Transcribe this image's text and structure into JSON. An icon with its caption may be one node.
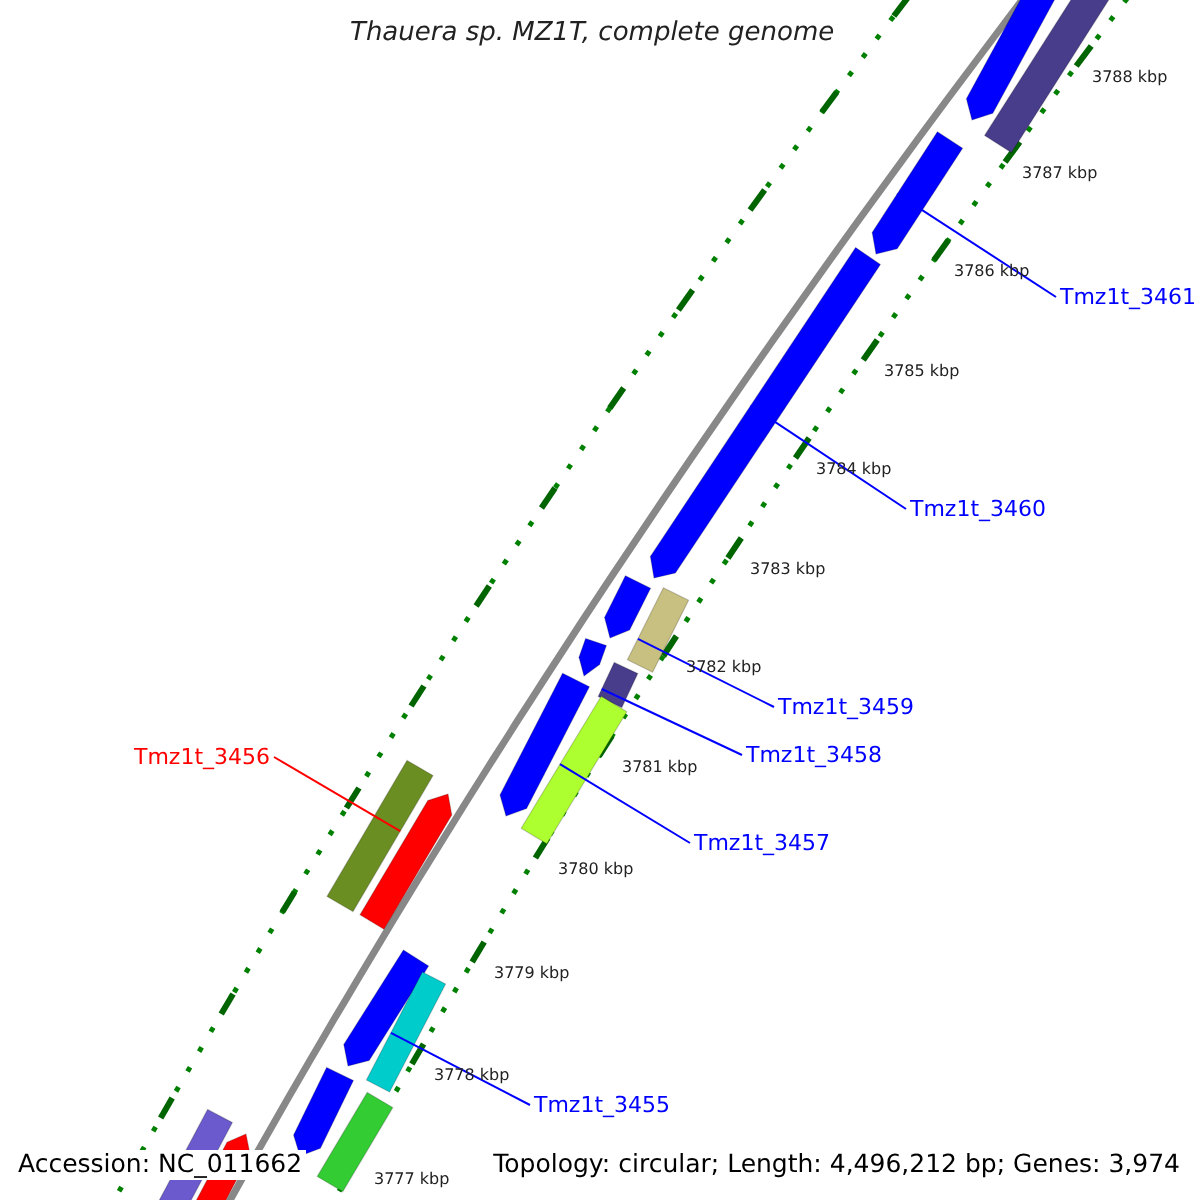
{
  "diagram": {
    "title": "Thauera sp. MZ1T, complete genome",
    "nodes": [
      {
        "text": [],
        "shape": "bar"
      },
      {
        "text": [],
        "shape": "bar"
      },
      {
        "text": [
          "Tmz1t_3461"
        ]
      },
      {
        "text": [],
        "shape": "bar"
      },
      {
        "text": [
          "Tmz1t_3460"
        ]
      },
      {
        "text": [],
        "shape": "bar"
      },
      {
        "text": [],
        "shape": "bar"
      },
      {
        "text": [
          "Tmz1t_3459"
        ]
      },
      {
        "text": [],
        "shape": "bar"
      },
      {
        "text": [],
        "shape": "bar"
      },
      {
        "text": [],
        "shape": "bar"
      },
      {
        "text": [
          "Tmz1t_3458"
        ]
      },
      {
        "text": [],
        "shape": "bar"
      },
      {
        "text": [],
        "shape": "bar"
      },
      {
        "text": [
          "Tmz1t_3457"
        ]
      },
      {
        "text": [
          "Tmz1t_3456"
        ]
      },
      {
        "text": [],
        "shape": "bar"
      },
      {
        "text": [],
        "shape": "bar"
      },
      {
        "text": [],
        "shape": "bar"
      },
      {
        "text": [],
        "shape": "bar"
      },
      {
        "text": [
          "Tmz1t_3455"
        ]
      },
      {
        "text": [],
        "shape": "bar"
      },
      {
        "text": [],
        "shape": "bar"
      },
      {
        "text": [],
        "shape": "bar"
      },
      {
        "text": [],
        "shape": "bar"
      }
    ],
    "edges": [
      {
        "from": 2,
        "to": 3,
        "arrow": "none"
      },
      {
        "from": 4,
        "to": 5,
        "arrow": "none"
      },
      {
        "from": 7,
        "to": 8,
        "arrow": "none"
      },
      {
        "from": 11,
        "to": 10,
        "arrow": "none"
      },
      {
        "from": 15,
        "to": 16,
        "arrow": "none",
        "color": "#ff0000"
      },
      {
        "from": 14,
        "to": 13,
        "arrow": "none"
      },
      {
        "from": 20,
        "to": 19,
        "arrow": "none"
      }
    ],
    "labels": [
      "3788 kbp",
      "3787 kbp",
      "3786 kbp",
      "3785 kbp",
      "3784 kbp",
      "3783 kbp",
      "3782 kbp",
      "3781 kbp",
      "3780 kbp",
      "3779 kbp",
      "3778 kbp",
      "3777 kbp",
      "Accession: NC_011662",
      "Topology: circular; Length: 4,496,212 bp; Genes: 3,974"
    ]
  }
}
